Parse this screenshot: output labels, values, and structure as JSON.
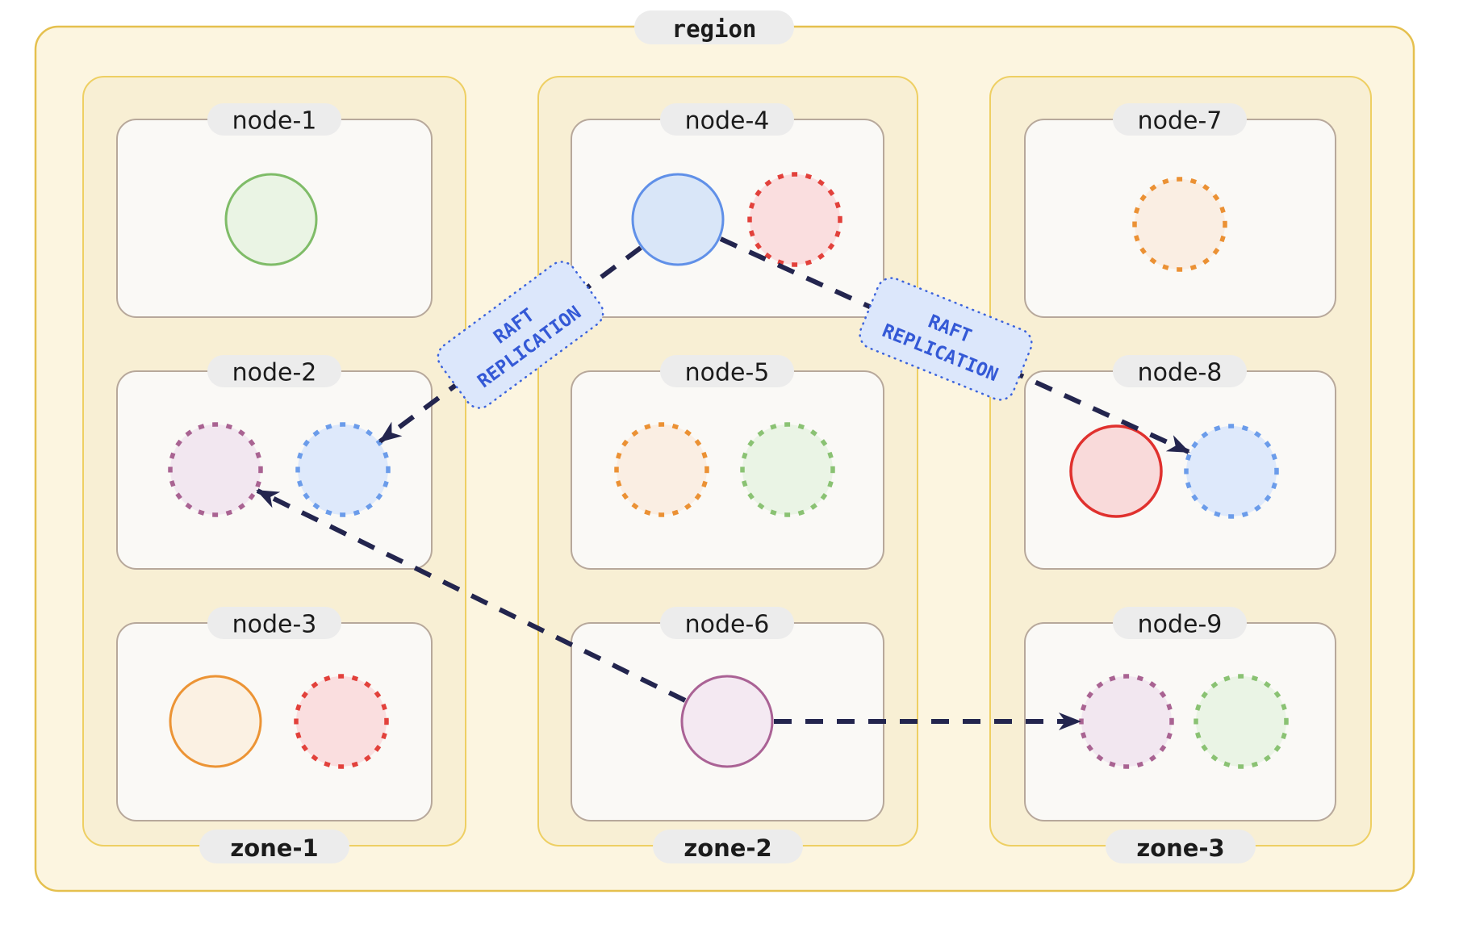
{
  "diagram": {
    "region": {
      "label": "region"
    },
    "zones": [
      {
        "label": "zone-1",
        "nodes": [
          {
            "label": "node-1",
            "replicas": [
              {
                "color": "green",
                "style": "solid"
              }
            ]
          },
          {
            "label": "node-2",
            "replicas": [
              {
                "color": "purple",
                "style": "dotted"
              },
              {
                "color": "blue",
                "style": "dotted"
              }
            ]
          },
          {
            "label": "node-3",
            "replicas": [
              {
                "color": "orange",
                "style": "solid"
              },
              {
                "color": "red",
                "style": "dotted"
              }
            ]
          }
        ]
      },
      {
        "label": "zone-2",
        "nodes": [
          {
            "label": "node-4",
            "replicas": [
              {
                "color": "blue",
                "style": "solid"
              },
              {
                "color": "red",
                "style": "dotted"
              }
            ]
          },
          {
            "label": "node-5",
            "replicas": [
              {
                "color": "orange",
                "style": "dotted"
              },
              {
                "color": "green",
                "style": "dotted"
              }
            ]
          },
          {
            "label": "node-6",
            "replicas": [
              {
                "color": "purple",
                "style": "solid"
              }
            ]
          }
        ]
      },
      {
        "label": "zone-3",
        "nodes": [
          {
            "label": "node-7",
            "replicas": [
              {
                "color": "orange",
                "style": "dotted"
              }
            ]
          },
          {
            "label": "node-8",
            "replicas": [
              {
                "color": "red",
                "style": "solid"
              },
              {
                "color": "blue",
                "style": "dotted"
              }
            ]
          },
          {
            "label": "node-9",
            "replicas": [
              {
                "color": "purple",
                "style": "dotted"
              },
              {
                "color": "green",
                "style": "dotted"
              }
            ]
          }
        ]
      }
    ],
    "raft_label": {
      "line1": "RAFT",
      "line2": "REPLICATION"
    },
    "arrows": [
      {
        "from": "node-4",
        "to": "node-2",
        "label": "RAFT REPLICATION"
      },
      {
        "from": "node-4",
        "to": "node-8",
        "label": "RAFT REPLICATION"
      },
      {
        "from": "node-6",
        "to": "node-2",
        "label": ""
      },
      {
        "from": "node-6",
        "to": "node-9",
        "label": ""
      }
    ],
    "colors": {
      "region_fill": "#FCF5E0",
      "region_border": "#E5C04E",
      "zone_fill": "#F8EFD4",
      "zone_border": "#EECF63",
      "node_fill": "#FAF9F6",
      "node_border": "#B7A89B",
      "label_pill": "#ECECEC",
      "label_text": "#1B1B1B",
      "arrow": "#23254E",
      "raft_box_fill": "#DCE7FB",
      "raft_box_border": "#3C63DC",
      "raft_text": "#3459D6",
      "replica": {
        "green": {
          "fill": "#EAF4E4",
          "stroke": "#7FBC68"
        },
        "blue": {
          "fill": "#D9E6F8",
          "stroke": "#6090E8"
        },
        "orange": {
          "fill": "#FAEEE3",
          "stroke": "#EB9134"
        },
        "red": {
          "fill": "#F9DADA",
          "stroke": "#E0312E"
        },
        "purple": {
          "fill": "#F2E7F0",
          "stroke": "#A96392"
        }
      }
    }
  }
}
